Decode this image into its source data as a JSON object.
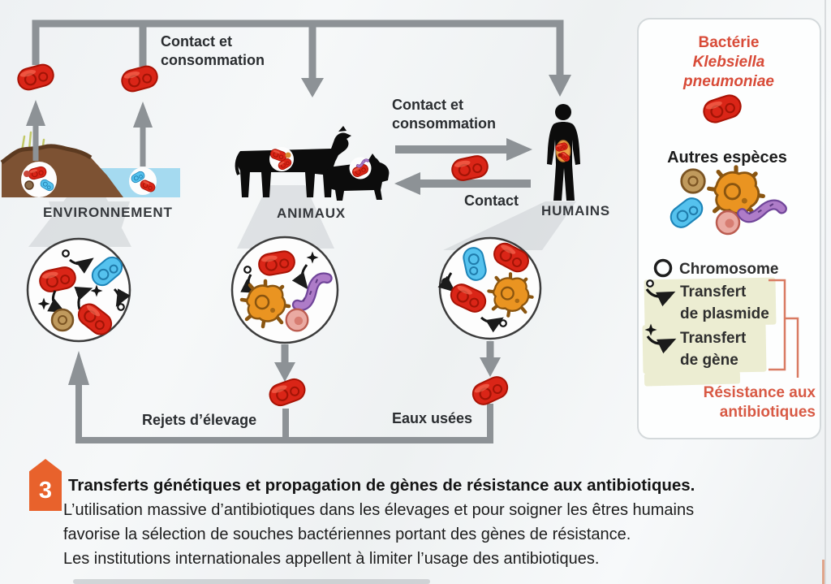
{
  "diagram": {
    "top_contact": {
      "line1": "Contact et",
      "line2": "consommation"
    },
    "mid_contact": {
      "line1": "Contact et",
      "line2": "consommation"
    },
    "contact": "Contact",
    "nodes": {
      "environment": "ENVIRONNEMENT",
      "animals": "ANIMAUX",
      "humans": "HUMAINS"
    },
    "returns": {
      "rejets": "Rejets d’élevage",
      "eaux": "Eaux usées"
    }
  },
  "legend": {
    "bacteria_title": "Bactérie",
    "bacteria_species_line1": "Klebsiella",
    "bacteria_species_line2": "pneumoniae",
    "other_species": "Autres espèces",
    "chromosome": "Chromosome",
    "plasmid_transfer_line1": "Transfert",
    "plasmid_transfer_line2": "de plasmide",
    "gene_transfer_line1": "Transfert",
    "gene_transfer_line2": "de gène",
    "resistance_line1": "Résistance aux",
    "resistance_line2": "antibiotiques"
  },
  "caption": {
    "number": "3",
    "title": "Transferts génétiques et propagation de gènes de résistance aux antibiotiques.",
    "body_line1": "L’utilisation massive d’antibiotiques dans les élevages et pour soigner les êtres humains",
    "body_line2": "favorise la sélection de souches bactériennes portant des gènes de résistance.",
    "body_line3": "Les institutions internationales appellent à limiter l’usage des antibiotiques."
  },
  "colors": {
    "arrow_gray": "#8d9296",
    "klebsiella_red": "#da2517",
    "other_blue": "#55c2ee",
    "other_orange": "#ea9421",
    "other_purple": "#ae7cc8",
    "other_tan": "#c09a5d",
    "other_pink": "#eaaaa2",
    "legend_red_text": "#d84b38",
    "badge_orange": "#e8622c",
    "soil_brown": "#7d5233",
    "water_blue": "#a5daf0",
    "highlight_yellow": "#ecedd2"
  }
}
